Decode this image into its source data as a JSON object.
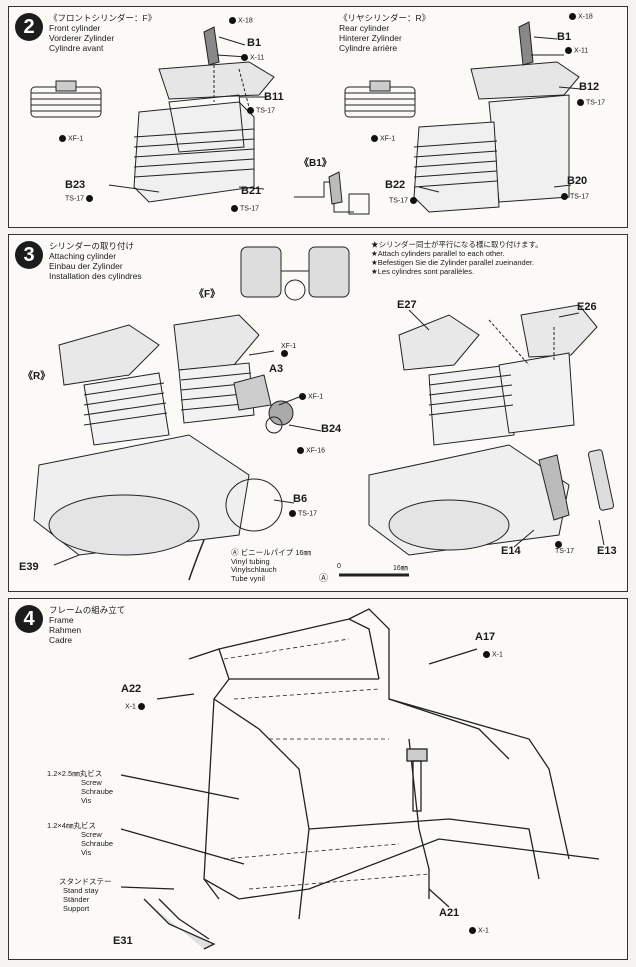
{
  "step2": {
    "number": "2",
    "front": {
      "jp": "《フロントシリンダー：F》",
      "en": "Front cylinder",
      "de": "Vorderer Zylinder",
      "fr": "Cylindre avant"
    },
    "rear": {
      "jp": "《リヤシリンダー：R》",
      "en": "Rear cylinder",
      "de": "Hinterer Zylinder",
      "fr": "Cylindre arrière"
    },
    "labels": {
      "x18_a": "X-18",
      "b1_a": "B1",
      "x11_a": "X-11",
      "b11": "B11",
      "ts17_a": "TS-17",
      "xf1_a": "XF-1",
      "b23": "B23",
      "ts17_b": "TS-17",
      "b21": "B21",
      "ts17_c": "TS-17",
      "b1_detail": "《B1》",
      "x18_b": "X-18",
      "b1_b": "B1",
      "x11_b": "X-11",
      "b12": "B12",
      "ts17_d": "TS-17",
      "xf1_b": "XF-1",
      "b22": "B22",
      "ts17_e": "TS-17",
      "b20": "B20",
      "ts17_f": "TS-17"
    }
  },
  "step3": {
    "number": "3",
    "title": {
      "jp": "シリンダーの取り付け",
      "en": "Attaching cylinder",
      "de": "Einbau der Zylinder",
      "fr": "Installation des cylindres"
    },
    "notes": [
      "★シリンダー同士が平行になる様に取り付けます。",
      "★Attach cylinders parallel to each other.",
      "★Befestigen Sie die Zylinder parallel zueinander.",
      "★Les cylindres sont parallèles."
    ],
    "labels": {
      "f": "《F》",
      "r": "《R》",
      "xf1_a": "XF-1",
      "a3": "A3",
      "xf1_b": "XF-1",
      "b24": "B24",
      "xf16": "XF-16",
      "b6": "B6",
      "ts17_a": "TS-17",
      "e39": "E39",
      "e27": "E27",
      "e26": "E26",
      "e14": "E14",
      "e13": "E13",
      "ts17_b": "TS-17"
    },
    "tubing": {
      "marker": "Ⓐ",
      "jp": "ビニールパイプ",
      "size": "16㎜",
      "en": "Vinyl tubing",
      "de": "Vinylschlauch",
      "fr": "Tube vynil"
    },
    "scale": {
      "marker": "Ⓐ",
      "zero": "0",
      "length": "16㎜"
    }
  },
  "step4": {
    "number": "4",
    "title": {
      "jp": "フレームの組み立て",
      "en": "Frame",
      "de": "Rahmen",
      "fr": "Cadre"
    },
    "labels": {
      "a22": "A22",
      "x1_a": "X-1",
      "a17": "A17",
      "x1_b": "X-1",
      "a21": "A21",
      "x1_c": "X-1",
      "e31": "E31"
    },
    "screw1": {
      "jp": "1.2×2.5㎜丸ビス",
      "en": "Screw",
      "de": "Schraube",
      "fr": "Vis"
    },
    "screw2": {
      "jp": "1.2×4㎜丸ビス",
      "en": "Screw",
      "de": "Schraube",
      "fr": "Vis"
    },
    "stand": {
      "jp": "スタンドステー",
      "en": "Stand stay",
      "de": "Ständer",
      "fr": "Support"
    }
  }
}
